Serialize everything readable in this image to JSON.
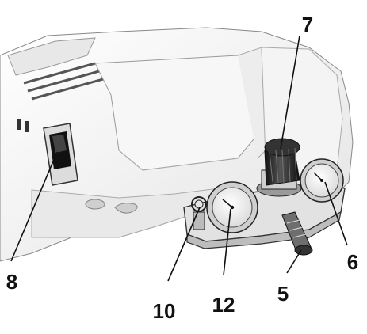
{
  "callouts": {
    "c5": "5",
    "c6": "6",
    "c7": "7",
    "c8": "8",
    "c10": "10",
    "c12": "12"
  },
  "colors": {
    "line": "#111111",
    "body_fill": "#f2f2f2",
    "shade": "#d9d9d9",
    "dark": "#222222"
  }
}
